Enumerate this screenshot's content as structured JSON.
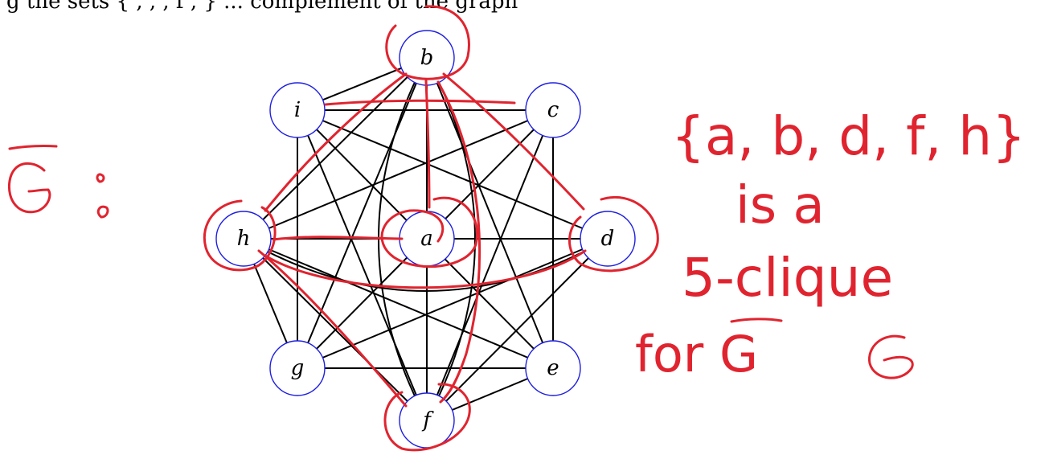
{
  "top_fragment": "g the sets {  ,  ,  , f ,  }  ... complement of the graph  ",
  "nodes": [
    {
      "id": "a",
      "label": "a"
    },
    {
      "id": "b",
      "label": "b"
    },
    {
      "id": "c",
      "label": "c"
    },
    {
      "id": "d",
      "label": "d"
    },
    {
      "id": "e",
      "label": "e"
    },
    {
      "id": "f",
      "label": "f"
    },
    {
      "id": "g",
      "label": "g"
    },
    {
      "id": "h",
      "label": "h"
    },
    {
      "id": "i",
      "label": "i"
    }
  ],
  "edges": [
    [
      "i",
      "c"
    ],
    [
      "i",
      "g"
    ],
    [
      "c",
      "e"
    ],
    [
      "g",
      "e"
    ],
    [
      "h",
      "d"
    ],
    [
      "b",
      "a"
    ],
    [
      "a",
      "f"
    ],
    [
      "i",
      "e"
    ],
    [
      "c",
      "g"
    ],
    [
      "b",
      "h"
    ],
    [
      "b",
      "g"
    ],
    [
      "b",
      "e"
    ],
    [
      "b",
      "i"
    ],
    [
      "i",
      "d"
    ],
    [
      "i",
      "f"
    ],
    [
      "c",
      "h"
    ],
    [
      "c",
      "f"
    ],
    [
      "h",
      "e"
    ],
    [
      "h",
      "f"
    ],
    [
      "d",
      "g"
    ],
    [
      "d",
      "f"
    ],
    [
      "g",
      "h"
    ],
    [
      "e",
      "f"
    ]
  ],
  "curved_edges": [
    [
      "b",
      "f",
      "left"
    ],
    [
      "b",
      "f",
      "right"
    ],
    [
      "h",
      "d",
      "below"
    ]
  ],
  "annotations": {
    "gbar_label": "G",
    "set_text": "{a, b, d, f, h}",
    "line_is_a": "is a",
    "line_clique": "5-clique",
    "line_for": "for G"
  },
  "colors": {
    "node_stroke": "#1f1fe0",
    "ink": "#e0242f",
    "edge": "#000000"
  }
}
